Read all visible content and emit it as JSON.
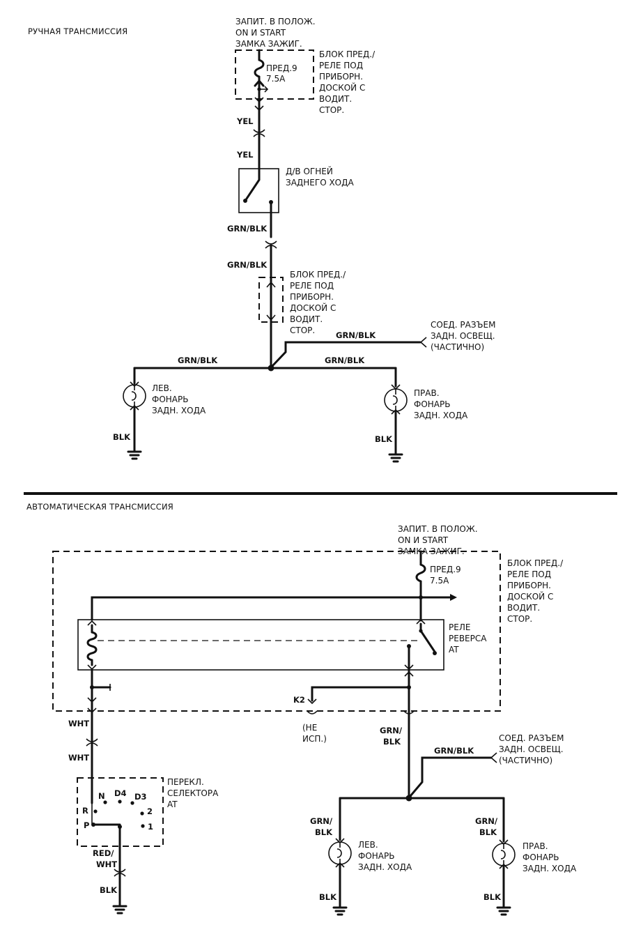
{
  "manual": {
    "title": "РУЧНАЯ ТРАНСМИССИЯ",
    "power_note": [
      "ЗАПИТ. В ПОЛОЖ.",
      "ON И START",
      "ЗАМКА ЗАЖИГ."
    ],
    "fuse_box_label": [
      "БЛОК ПРЕД./",
      "РЕЛЕ ПОД",
      "ПРИБОРН.",
      "ДОСКОЙ С",
      "ВОДИТ.",
      "СТОР."
    ],
    "fuse": [
      "ПРЕД.9",
      "7.5A"
    ],
    "wire_yel": "YEL",
    "switch_label": [
      "Д/В ОГНЕЙ",
      "ЗАДНЕГО ХОДА"
    ],
    "wire_grn_blk": "GRN/BLK",
    "relay_box_label": [
      "БЛОК ПРЕД./",
      "РЕЛЕ ПОД",
      "ПРИБОРН.",
      "ДОСКОЙ С",
      "ВОДИТ.",
      "СТОР."
    ],
    "connector_label": [
      "СОЕД. РАЗЪЕМ",
      "ЗАДН. ОСВЕЩ.",
      "(ЧАСТИЧНО)"
    ],
    "left_lamp": [
      "ЛЕВ.",
      "ФОНАРЬ",
      "ЗАДН. ХОДА"
    ],
    "right_lamp": [
      "ПРАВ.",
      "ФОНАРЬ",
      "ЗАДН. ХОДА"
    ],
    "wire_blk": "BLK"
  },
  "automatic": {
    "title": "АВТОМАТИЧЕСКАЯ ТРАНСМИССИЯ",
    "power_note": [
      "ЗАПИТ. В ПОЛОЖ.",
      "ON И START",
      "ЗАМКА ЗАЖИГ."
    ],
    "fuse_box_label": [
      "БЛОК ПРЕД./",
      "РЕЛЕ ПОД",
      "ПРИБОРН.",
      "ДОСКОЙ С",
      "ВОДИТ.",
      "СТОР."
    ],
    "fuse": [
      "ПРЕД.9",
      "7.5A"
    ],
    "relay_label": [
      "РЕЛЕ",
      "РЕВЕРСА",
      "AT"
    ],
    "k2": "K2",
    "k2_note": [
      "(НЕ",
      "ИСП.)"
    ],
    "wire_wht": "WHT",
    "selector_label": [
      "ПЕРЕКЛ.",
      "СЕЛЕКТОРА",
      "AT"
    ],
    "selector_positions": {
      "n": "N",
      "d4": "D4",
      "d3": "D3",
      "r": "R",
      "two": "2",
      "p": "P",
      "one": "1"
    },
    "wire_red_wht": [
      "RED/",
      "WHT"
    ],
    "wire_grn_blk_split": [
      "GRN/",
      "BLK"
    ],
    "wire_grn_blk": "GRN/BLK",
    "connector_label": [
      "СОЕД. РАЗЪЕМ",
      "ЗАДН. ОСВЕЩ.",
      "(ЧАСТИЧНО)"
    ],
    "left_lamp": [
      "ЛЕВ.",
      "ФОНАРЬ",
      "ЗАДН. ХОДА"
    ],
    "right_lamp": [
      "ПРАВ.",
      "ФОНАРЬ",
      "ЗАДН. ХОДА"
    ],
    "wire_blk": "BLK"
  }
}
